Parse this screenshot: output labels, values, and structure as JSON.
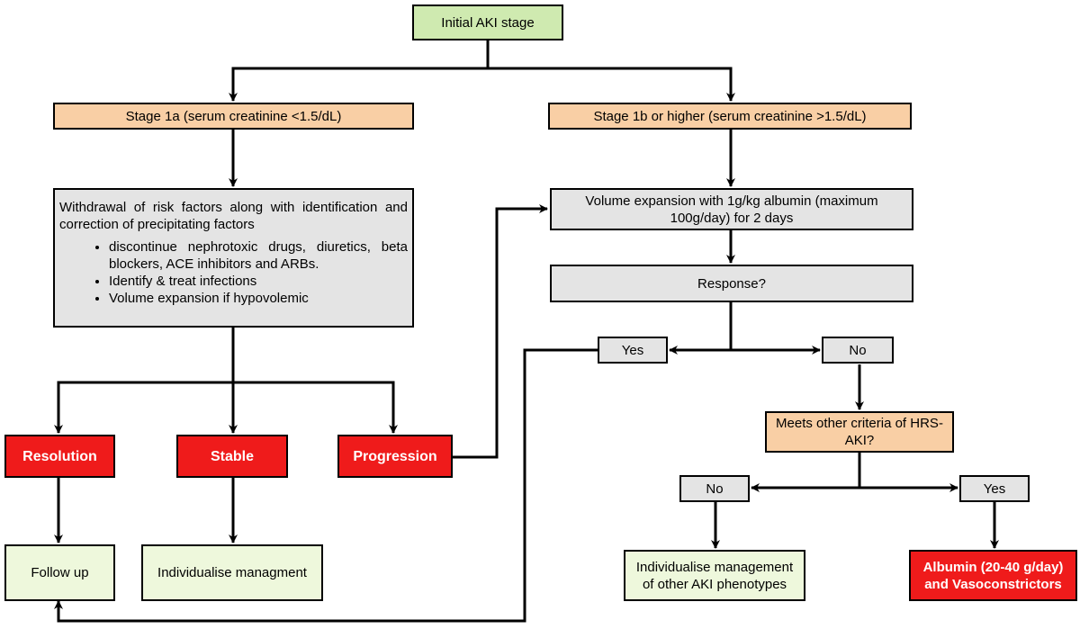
{
  "nodes": {
    "initial": "Initial AKI stage",
    "stage1a": "Stage 1a (serum creatinine <1.5/dL)",
    "stage1b": "Stage 1b or higher (serum creatinine >1.5/dL)",
    "withdrawal": {
      "intro": "Withdrawal of risk factors along with identification and correction of precipitating factors",
      "bullets": [
        "discontinue nephrotoxic drugs, diuretics, beta blockers, ACE inhibitors and ARBs.",
        "Identify & treat infections",
        "Volume expansion if hypovolemic"
      ]
    },
    "volume_expansion": "Volume expansion with 1g/kg albumin (maximum 100g/day) for 2 days",
    "response": "Response?",
    "yes_response": "Yes",
    "no_response": "No",
    "hrs_criteria": "Meets other criteria of HRS-AKI?",
    "no_hrs": "No",
    "yes_hrs": "Yes",
    "resolution": "Resolution",
    "stable": "Stable",
    "progression": "Progression",
    "follow_up": "Follow up",
    "individualise": "Individualise managment",
    "individualise_other": "Individualise management of other AKI phenotypes",
    "albumin_vaso": "Albumin (20-40 g/day) and Vasoconstrictors"
  },
  "colors": {
    "green": "#cfeab0",
    "light_green": "#eef8dc",
    "peach": "#f9cfa5",
    "grey": "#e4e4e4",
    "red": "#ef1b1b"
  }
}
